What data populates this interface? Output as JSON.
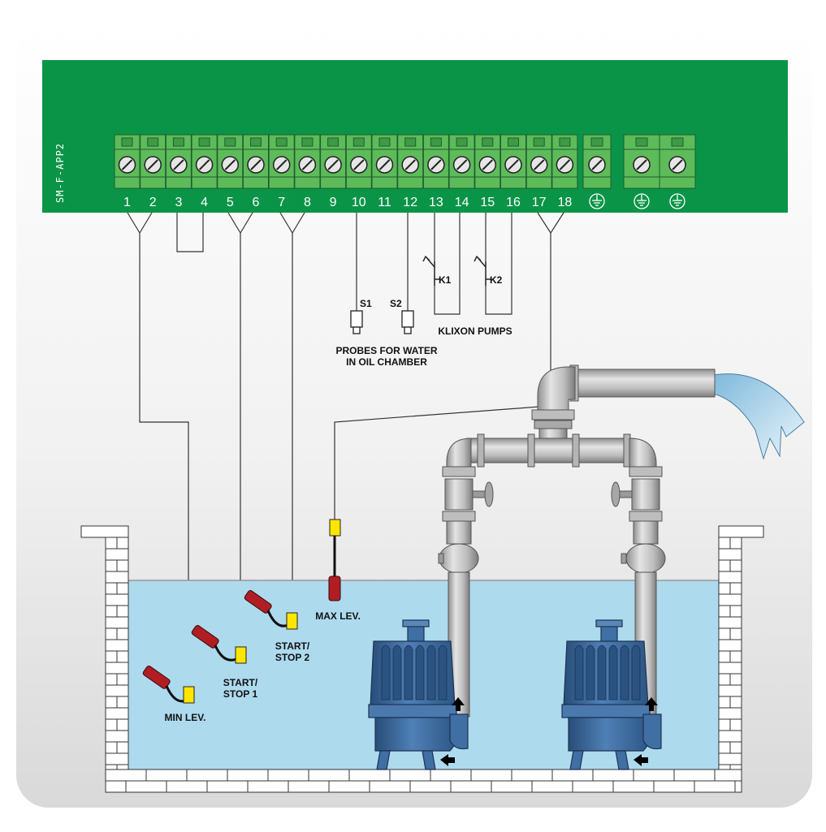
{
  "panel": {
    "model": "SM-F-APP2",
    "terminals": [
      "1",
      "2",
      "3",
      "4",
      "5",
      "6",
      "7",
      "8",
      "9",
      "10",
      "11",
      "12",
      "13",
      "14",
      "15",
      "16",
      "17",
      "18"
    ],
    "ground_terminals": 3
  },
  "probes": {
    "s1": "S1",
    "s2": "S2",
    "caption_line1": "PROBES FOR WATER",
    "caption_line2": "IN OIL CHAMBER"
  },
  "klixon": {
    "k1": "K1",
    "k2": "K2",
    "caption": "KLIXON PUMPS"
  },
  "floats": {
    "min": "MIN LEV.",
    "start1_line1": "START/",
    "start1_line2": "STOP 1",
    "start2_line1": "START/",
    "start2_line2": "STOP 2",
    "max": "MAX LEV."
  },
  "colors": {
    "panel_green": "#0a9447",
    "terminal_green": "#5dbb5a",
    "water": "#aedaee",
    "float_yellow": "#ffe500",
    "float_red": "#b01e24",
    "pump_blue": "#3f6fa3",
    "pipe_grey": "#c6c6c6"
  }
}
